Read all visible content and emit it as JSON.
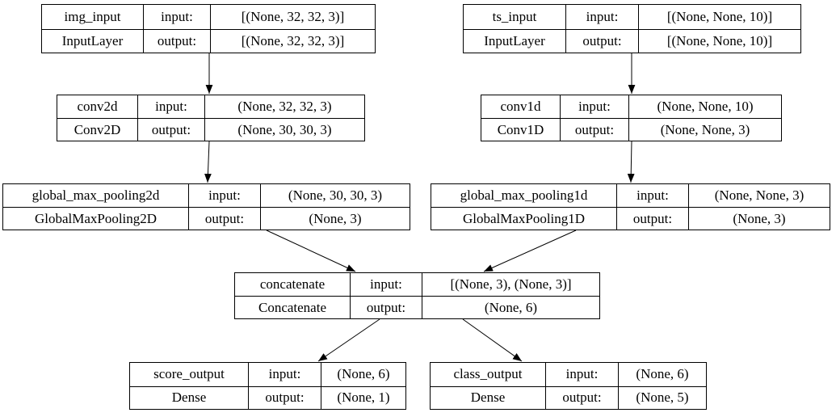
{
  "diagram": {
    "title": "keras-model-architecture",
    "background_color": "#ffffff",
    "border_color": "#000000",
    "text_color": "#000000",
    "io_labels": {
      "input": "input:",
      "output": "output:"
    },
    "nodes": [
      {
        "id": "img_input",
        "name": "img_input",
        "class": "InputLayer",
        "input": "[(None, 32, 32, 3)]",
        "output": "[(None, 32, 32, 3)]"
      },
      {
        "id": "ts_input",
        "name": "ts_input",
        "class": "InputLayer",
        "input": "[(None, None, 10)]",
        "output": "[(None, None, 10)]"
      },
      {
        "id": "conv2d",
        "name": "conv2d",
        "class": "Conv2D",
        "input": "(None, 32, 32, 3)",
        "output": "(None, 30, 30, 3)"
      },
      {
        "id": "conv1d",
        "name": "conv1d",
        "class": "Conv1D",
        "input": "(None, None, 10)",
        "output": "(None, None, 3)"
      },
      {
        "id": "global_max_pooling2d",
        "name": "global_max_pooling2d",
        "class": "GlobalMaxPooling2D",
        "input": "(None, 30, 30, 3)",
        "output": "(None, 3)"
      },
      {
        "id": "global_max_pooling1d",
        "name": "global_max_pooling1d",
        "class": "GlobalMaxPooling1D",
        "input": "(None, None, 3)",
        "output": "(None, 3)"
      },
      {
        "id": "concatenate",
        "name": "concatenate",
        "class": "Concatenate",
        "input": "[(None, 3), (None, 3)]",
        "output": "(None, 6)"
      },
      {
        "id": "score_output",
        "name": "score_output",
        "class": "Dense",
        "input": "(None, 6)",
        "output": "(None, 1)"
      },
      {
        "id": "class_output",
        "name": "class_output",
        "class": "Dense",
        "input": "(None, 6)",
        "output": "(None, 5)"
      }
    ],
    "edges": [
      {
        "from": "img_input",
        "to": "conv2d"
      },
      {
        "from": "ts_input",
        "to": "conv1d"
      },
      {
        "from": "conv2d",
        "to": "global_max_pooling2d"
      },
      {
        "from": "conv1d",
        "to": "global_max_pooling1d"
      },
      {
        "from": "global_max_pooling2d",
        "to": "concatenate"
      },
      {
        "from": "global_max_pooling1d",
        "to": "concatenate"
      },
      {
        "from": "concatenate",
        "to": "score_output"
      },
      {
        "from": "concatenate",
        "to": "class_output"
      }
    ]
  }
}
